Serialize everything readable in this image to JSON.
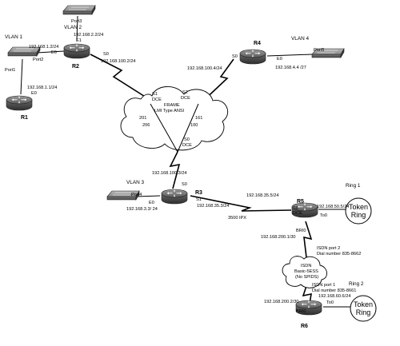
{
  "routers": {
    "r1": "R1",
    "r2": "R2",
    "r3": "R3",
    "r4": "R4",
    "r5": "R5",
    "r6": "R6"
  },
  "switches": {
    "port1": "Port1",
    "port2": "Port2",
    "port3": "Port3",
    "port4": "Port4",
    "port5": "Port5"
  },
  "vlans": {
    "vlan1": "VLAN 1",
    "vlan2": "VLAN 2",
    "vlan3": "VLAN 3",
    "vlan4": "VLAN 4"
  },
  "interfaces": {
    "r1_e0": "E0",
    "r2_e0": "E0",
    "r2_e1": "E1",
    "r2_s0": "S0",
    "r3_e0": "E0",
    "r3_s0": "S0",
    "r3_s1": "S1",
    "r4_s0": "S0",
    "r4_e0": "E0",
    "r5_s0": "S0",
    "r5_dce": "DCE",
    "r5_to0": "To0",
    "r5_bri0": "BRI0",
    "r6_bri0": "BRI0",
    "r6_to0": "To0"
  },
  "addresses": {
    "r1_e0": "192.168.1.1/24",
    "r2_e0": "192.168.1.2/24",
    "r2_e1": "192.168.2.2/24",
    "r2_s0": "192.168.100.2/24",
    "r4_s0": "192.168.100.4/24",
    "r4_e0": "192.168.4.4 /27",
    "r3_s0": "192.168.100.3/24",
    "r3_e0": "192.168.3.3/ 24",
    "r3_s1": "192.168.35.3/24",
    "r5_s0": "192.168.35.5/24",
    "r5_to0": "192.168.50.5/24",
    "r5_bri0": "192.168.200.1/30",
    "r6_bri0": "192.168.200.2/30",
    "r6_to0": "192.168.60.6/24"
  },
  "frame_relay": {
    "title_1": "FRAME",
    "title_2": "LMI Type ANSI",
    "s1": "S1",
    "s1_dce": "DCE",
    "s2": "S2",
    "s2_dce": "DCE",
    "s0": "S0",
    "s0_dce": "DCE",
    "dlci_201": "201",
    "dlci_206": "206",
    "dlci_161": "161",
    "dlci_100": "100"
  },
  "r3_ipx": "3500 IPX",
  "isdn": {
    "cloud_1": "ISDN",
    "cloud_2": "Basic-5ESS",
    "cloud_3": "(No SPIDS)",
    "port2_label": "ISDN port 2",
    "port2_dial": "Dial number 835-8662",
    "port1_label": "ISDN port 1",
    "port1_dial": "Dial number 835-8661"
  },
  "rings": {
    "ring1_label": "Ring 1",
    "ring2_label": "Ring 2",
    "ring1_text_1": "Token",
    "ring1_text_2": "Ring",
    "ring2_text_1": "Token",
    "ring2_text_2": "Ring"
  }
}
